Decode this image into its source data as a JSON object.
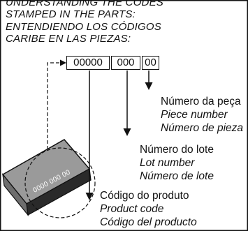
{
  "header": {
    "lines": [
      "UNDERSTANDING THE CODES",
      "STAMPED IN THE PARTS:",
      "ENTENDIENDO LOS CÓDIGOS",
      "CARIBE EN LAS PIEZAS:"
    ]
  },
  "code": {
    "segments": [
      "00000",
      "000",
      "00"
    ]
  },
  "stamp": {
    "text": "0000 000 00"
  },
  "labels": {
    "piece": {
      "pt": "Número da peça",
      "en": "Piece number",
      "es": "Número de pieza"
    },
    "lot": {
      "pt": "Número do lote",
      "en": "Lot number",
      "es": "Número de lote"
    },
    "product": {
      "pt": "Código do produto",
      "en": "Product code",
      "es": "Código del producto"
    }
  },
  "colors": {
    "stroke": "#111111",
    "part_face": "#9a9a9a",
    "part_side": "#2a2a2a"
  }
}
